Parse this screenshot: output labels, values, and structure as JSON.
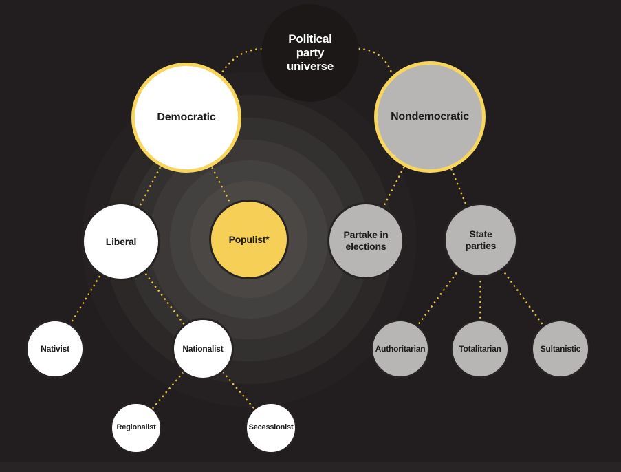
{
  "title": "Political party universe",
  "colors": {
    "background": "#221e1f",
    "root_fill": "#1b1817",
    "accent_yellow_ring": "#f8d65c",
    "populist_fill": "#f6d056",
    "node_white": "#ffffff",
    "node_gray": "#b7b6b5",
    "connector_dot": "#eec243",
    "text_dark": "#1c1b1b",
    "text_light": "#ffffff"
  },
  "nodes": [
    {
      "id": "political-party-universe",
      "label": "Political party universe",
      "level": 0,
      "style": "dark-root"
    },
    {
      "id": "democratic",
      "label": "Democratic",
      "level": 1,
      "style": "white-yellow-ring"
    },
    {
      "id": "nondemocratic",
      "label": "Nondemocratic",
      "level": 1,
      "style": "gray-yellow-ring"
    },
    {
      "id": "liberal",
      "label": "Liberal",
      "level": 2,
      "style": "white"
    },
    {
      "id": "populist",
      "label": "Populist*",
      "level": 2,
      "style": "yellow"
    },
    {
      "id": "partake-in-elections",
      "label": "Partake in elections",
      "level": 2,
      "style": "gray"
    },
    {
      "id": "state-parties",
      "label": "State parties",
      "level": 2,
      "style": "gray"
    },
    {
      "id": "nativist",
      "label": "Nativist",
      "level": 3,
      "style": "white"
    },
    {
      "id": "nationalist",
      "label": "Nationalist",
      "level": 3,
      "style": "white"
    },
    {
      "id": "regionalist",
      "label": "Regionalist",
      "level": 4,
      "style": "white"
    },
    {
      "id": "secessionist",
      "label": "Secessionist",
      "level": 4,
      "style": "white"
    },
    {
      "id": "authoritarian",
      "label": "Authoritarian",
      "level": 3,
      "style": "gray"
    },
    {
      "id": "totalitarian",
      "label": "Totalitarian",
      "level": 3,
      "style": "gray"
    },
    {
      "id": "sultanistic",
      "label": "Sultanistic",
      "level": 3,
      "style": "gray"
    }
  ],
  "edges": [
    {
      "from": "political-party-universe",
      "to": "democratic",
      "shape": "curved"
    },
    {
      "from": "political-party-universe",
      "to": "nondemocratic",
      "shape": "curved"
    },
    {
      "from": "democratic",
      "to": "liberal",
      "shape": "straight"
    },
    {
      "from": "democratic",
      "to": "populist",
      "shape": "straight"
    },
    {
      "from": "nondemocratic",
      "to": "partake-in-elections",
      "shape": "straight"
    },
    {
      "from": "nondemocratic",
      "to": "state-parties",
      "shape": "straight"
    },
    {
      "from": "liberal",
      "to": "nativist",
      "shape": "straight"
    },
    {
      "from": "liberal",
      "to": "nationalist",
      "shape": "straight"
    },
    {
      "from": "nationalist",
      "to": "regionalist",
      "shape": "straight"
    },
    {
      "from": "nationalist",
      "to": "secessionist",
      "shape": "straight"
    },
    {
      "from": "state-parties",
      "to": "authoritarian",
      "shape": "straight"
    },
    {
      "from": "state-parties",
      "to": "totalitarian",
      "shape": "straight"
    },
    {
      "from": "state-parties",
      "to": "sultanistic",
      "shape": "straight"
    }
  ]
}
